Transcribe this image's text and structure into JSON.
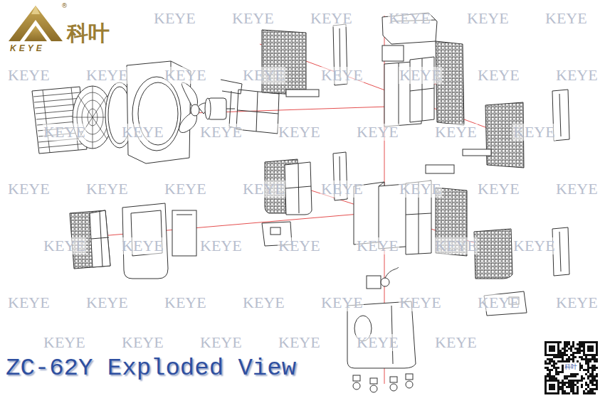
{
  "diagram": {
    "title": "ZC-62Y Exploded View",
    "labels": [
      "®",
      "科叶",
      "KEYE",
      "KEYE",
      "KEYE",
      "KEYE",
      "KEYE",
      "KEYE",
      "KEYE",
      "KEYE",
      "KEYE",
      "KEYE",
      "KEYE",
      "KEYE",
      "KEYE",
      "KEYE",
      "KEYE",
      "KEYE",
      "KEYE",
      "KEYE",
      "KEYE",
      "KEYE",
      "KEYE",
      "KEYE",
      "KEYE",
      "KEYE",
      "KEYE",
      "KEYE",
      "KEYE",
      "KEYE",
      "KEYE",
      "KEYE",
      "KEYE",
      "KEYE",
      "KEYE",
      "KEYE",
      "KEYE",
      "KEYE",
      "KEYE",
      "KEYE",
      "KEYE",
      "KEYE",
      "KEYE",
      "KEYE",
      "KEYE",
      "KEYE",
      "KEYE",
      "KEYE",
      "KEYE",
      "KEYE",
      "KEYE",
      "KEYE",
      "KEYE",
      "科叶"
    ]
  }
}
